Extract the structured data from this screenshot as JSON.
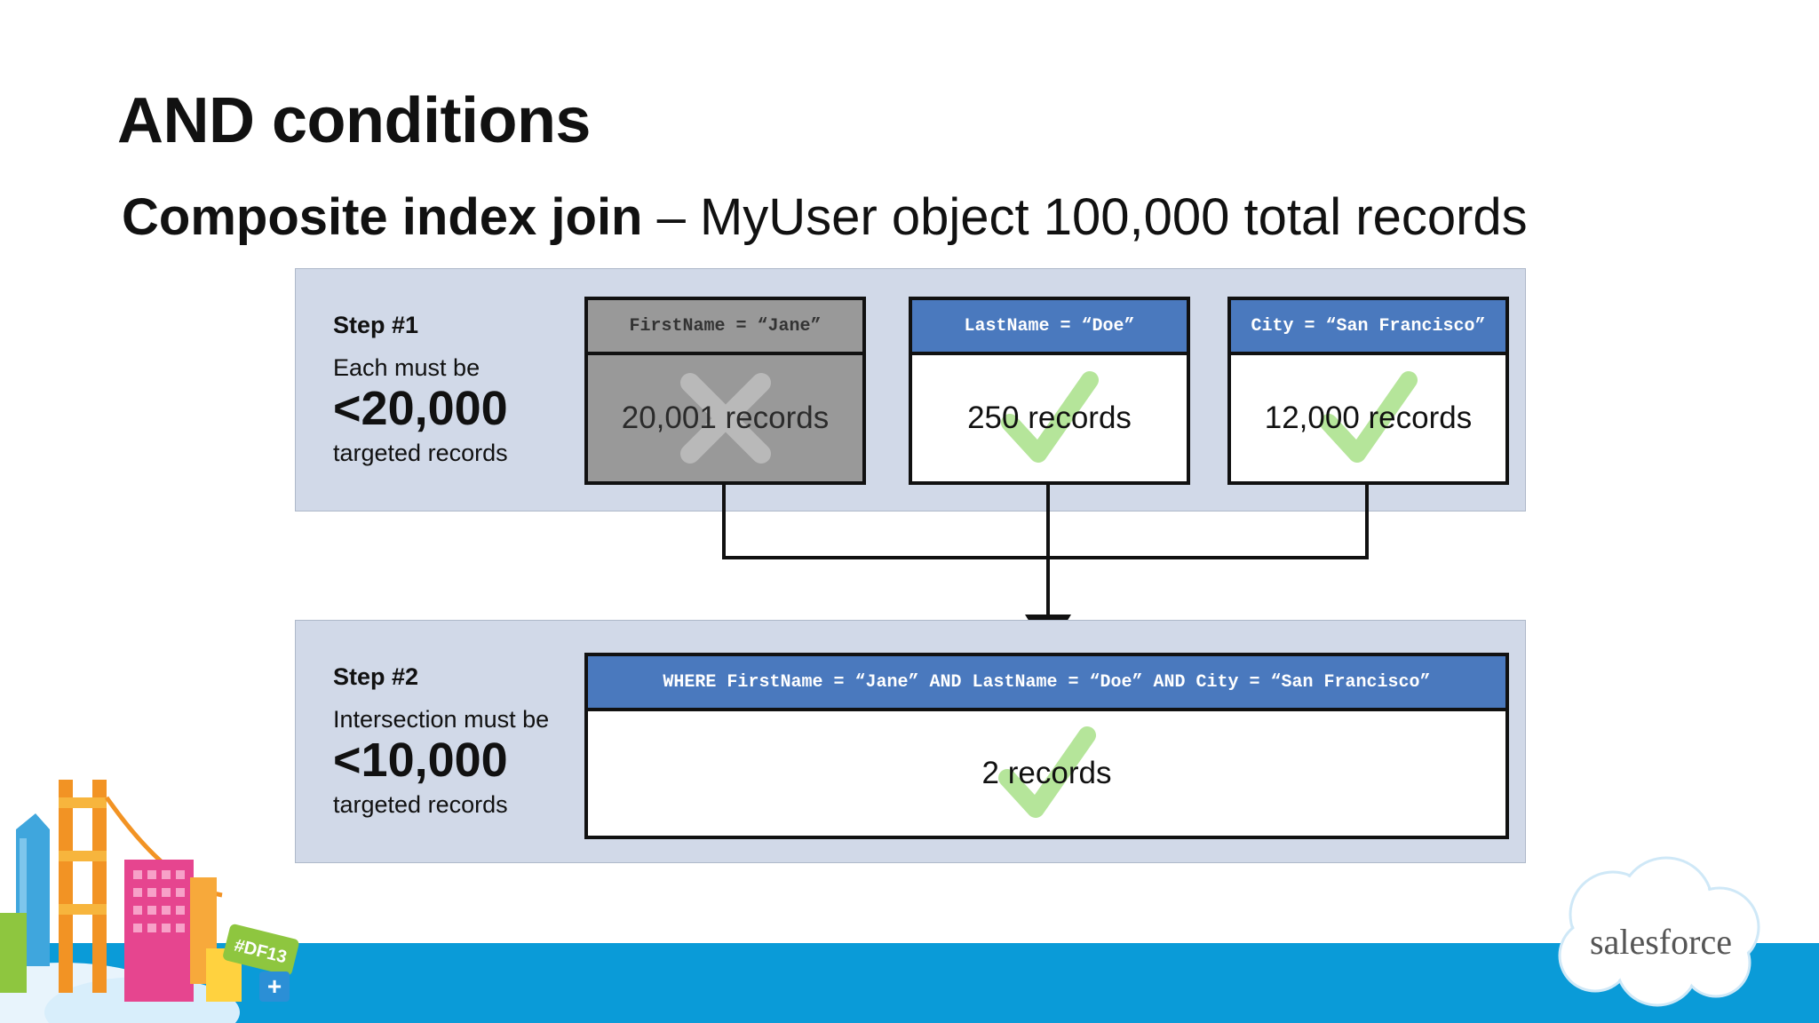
{
  "slide": {
    "title": "AND conditions",
    "subtitle_bold": "Composite index join",
    "subtitle_rest": " – MyUser object 100,000 total records"
  },
  "step1": {
    "label": "Step #1",
    "desc": "Each must be",
    "limit": "<20,000",
    "foot": "targeted records",
    "criteria": [
      {
        "condition": "FirstName = “Jane”",
        "count": "20,001 records",
        "status": "fail"
      },
      {
        "condition": "LastName = “Doe”",
        "count": "250 records",
        "status": "pass"
      },
      {
        "condition": "City = “San Francisco”",
        "count": "12,000 records",
        "status": "pass"
      }
    ]
  },
  "step2": {
    "label": "Step #2",
    "desc": "Intersection must be",
    "limit": "<10,000",
    "foot": "targeted records",
    "result": {
      "condition": "WHERE FirstName = “Jane” AND LastName = “Doe” AND City = “San Francisco”",
      "count": "2 records",
      "status": "pass"
    }
  },
  "branding": {
    "logo_text": "salesforce",
    "badge_text": "#DF13",
    "badge_plus": "+"
  },
  "colors": {
    "header_blue": "#4a79be",
    "panel_bg": "#d1d9e8",
    "failed_gray": "#999999",
    "check_green": "#b5e59a",
    "band_blue": "#0a9bd8"
  },
  "icons": {
    "pass": "check-icon",
    "fail": "x-icon"
  }
}
